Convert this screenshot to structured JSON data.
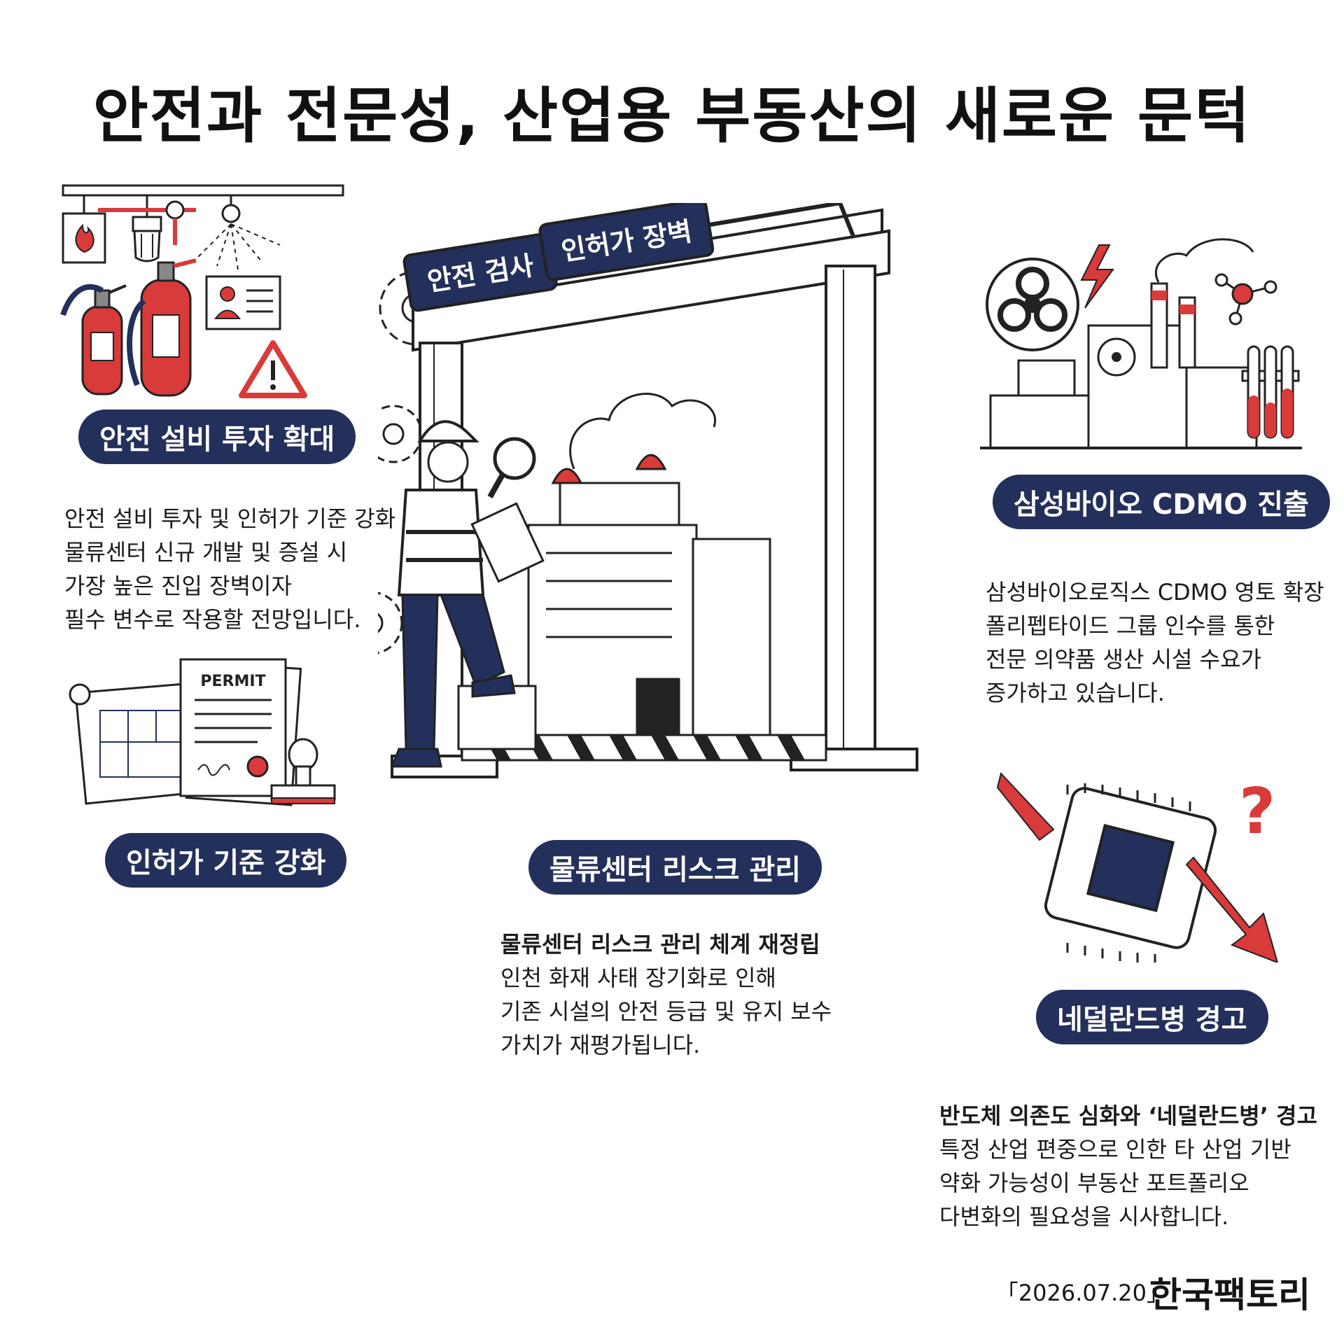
{
  "title": "안전과 전문성, 산업용 부동산의 새로운 문턱",
  "gate": {
    "sign_left": "안전 검사",
    "sign_right": "인허가 장벽"
  },
  "illustration_labels": {
    "permit_doc": "PERMIT"
  },
  "sections": {
    "safety": {
      "label": "안전 설비 투자 확대",
      "lines": [
        "안전 설비 투자 및 인허가 기준 강화",
        "물류센터 신규 개발 및 증설 시",
        "가장 높은 진입 장벽이자",
        "필수 변수로 작용할 전망입니다."
      ]
    },
    "permit": {
      "label": "인허가 기준 강화"
    },
    "logistics": {
      "label": "물류센터 리스크 관리",
      "heading": "물류센터 리스크 관리 체계 재정립",
      "lines": [
        "인천 화재 사태 장기화로 인해",
        "기존 시설의 안전 등급 및 유지 보수",
        "가치가 재평가됩니다."
      ]
    },
    "samsung": {
      "label": "삼성바이오 CDMO 진출",
      "lines": [
        "삼성바이오로직스 CDMO 영토 확장",
        "폴리펩타이드 그룹 인수를 통한",
        "전문 의약품 생산 시설 수요가",
        "증가하고 있습니다."
      ]
    },
    "dutch": {
      "label": "네덜란드병 경고",
      "heading": "반도체 의존도 심화와 ‘네덜란드병’ 경고",
      "lines": [
        "특정 산업 편중으로 인한 타 산업 기반",
        "약화 가능성이 부동산 포트폴리오",
        "다변화의 필요성을 시사합니다."
      ]
    }
  },
  "footer": {
    "date": "「2026.07.20」",
    "brand": "한국팩토리"
  },
  "colors": {
    "navy": "#23305c",
    "red": "#d93a3a",
    "ink": "#161616"
  }
}
